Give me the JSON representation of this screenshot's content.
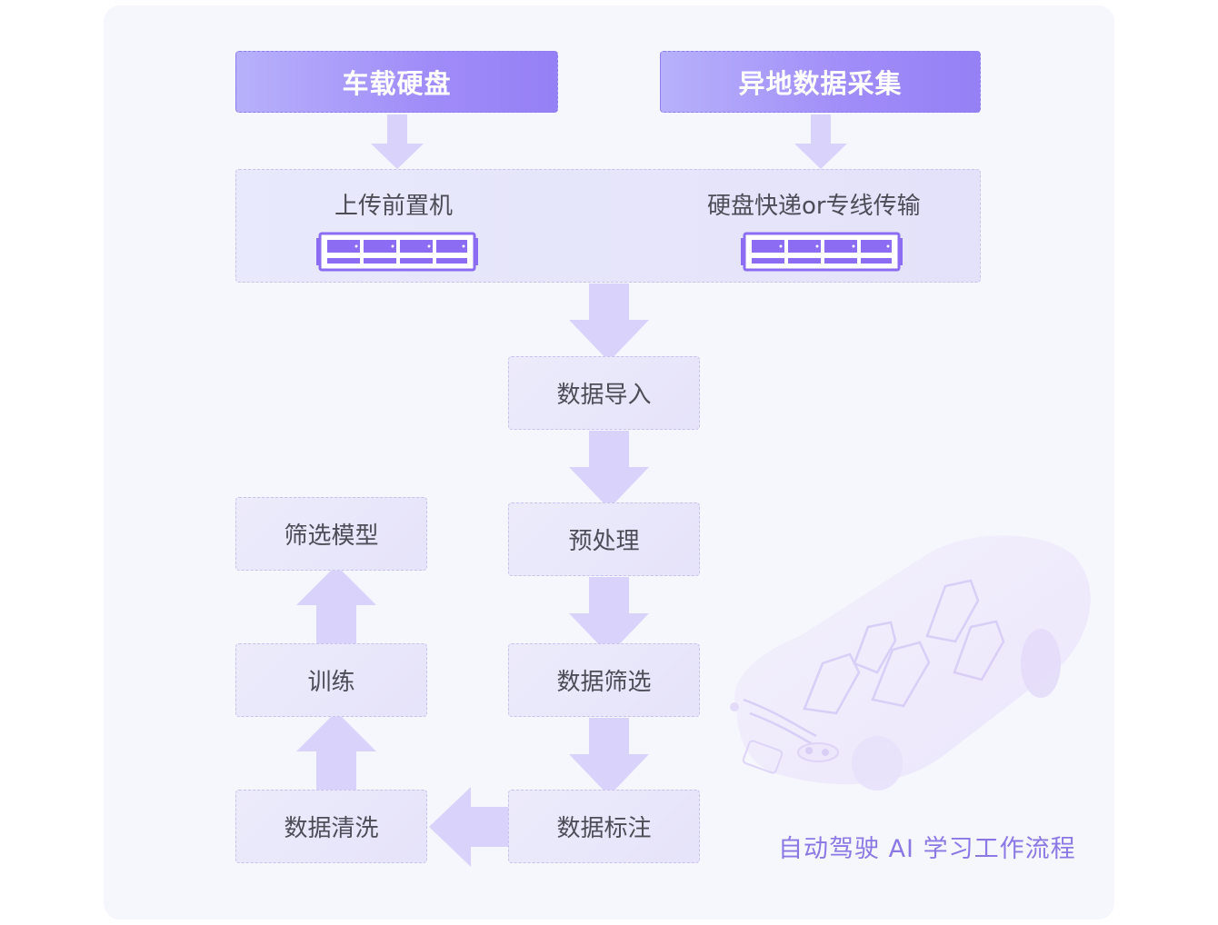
{
  "nodes": {
    "vehicle_disk": "车载硬盘",
    "remote_collection": "异地数据采集",
    "upload_frontend": "上传前置机",
    "disk_express": "硬盘快递or专线传输",
    "data_import": "数据导入",
    "preprocess": "预处理",
    "data_filter": "数据筛选",
    "data_annotation": "数据标注",
    "data_cleaning": "数据清洗",
    "training": "训练",
    "filter_model": "筛选模型"
  },
  "footer": {
    "title": "自动驾驶 AI 学习工作流程"
  },
  "icons": {
    "server_left": "server-rack-icon",
    "server_right": "server-rack-icon",
    "car": "car-outline-icon"
  },
  "colors": {
    "accent": "#9580f5",
    "arrow": "#d9d2fb",
    "box_fill": "#e8e6fa",
    "footer_text": "#8b78e4"
  }
}
